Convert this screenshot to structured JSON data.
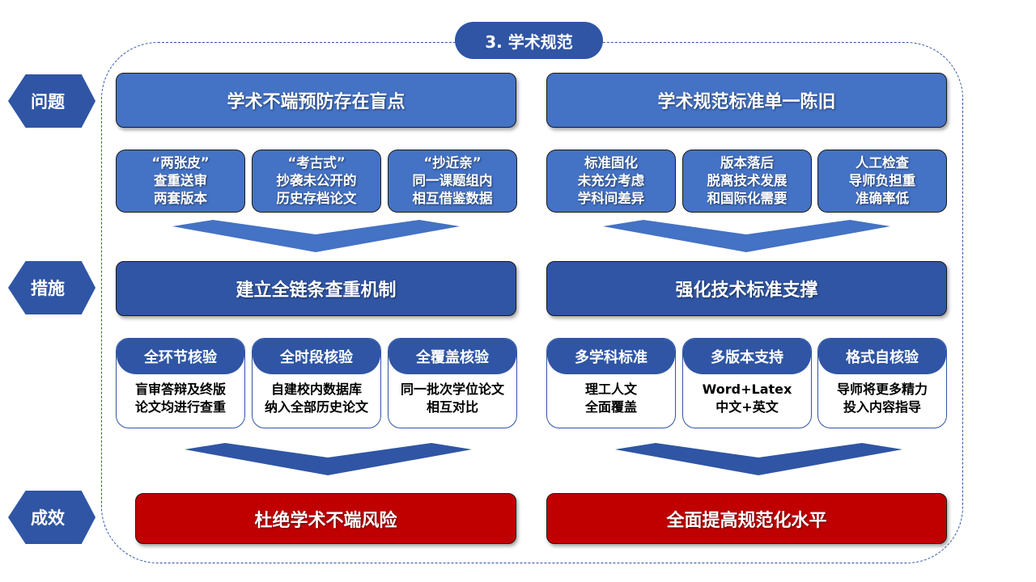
{
  "title": "3. 学术规范",
  "tags": [
    "问题",
    "措施",
    "成效"
  ],
  "left": {
    "problem": "学术不端预防存在盲点",
    "subs": [
      [
        "“两张皮”",
        "查重送审",
        "两套版本"
      ],
      [
        "“考古式”",
        "抄袭未公开的",
        "历史存档论文"
      ],
      [
        "“抄近亲”",
        "同一课题组内",
        "相互借鉴数据"
      ]
    ],
    "measure": "建立全链条查重机制",
    "cards": [
      {
        "h": "全环节核验",
        "b": [
          "盲审答辩及终版",
          "论文均进行查重"
        ]
      },
      {
        "h": "全时段核验",
        "b": [
          "自建校内数据库",
          "纳入全部历史论文"
        ]
      },
      {
        "h": "全覆盖核验",
        "b": [
          "同一批次学位论文",
          "相互对比"
        ]
      }
    ],
    "result": "杜绝学术不端风险"
  },
  "right": {
    "problem": "学术规范标准单一陈旧",
    "subs": [
      [
        "标准固化",
        "未充分考虑",
        "学科间差异"
      ],
      [
        "版本落后",
        "脱离技术发展",
        "和国际化需要"
      ],
      [
        "人工检查",
        "导师负担重",
        "准确率低"
      ]
    ],
    "measure": "强化技术标准支撑",
    "cards": [
      {
        "h": "多学科标准",
        "b": [
          "理工人文",
          "全面覆盖"
        ]
      },
      {
        "h": "多版本支持",
        "b": [
          "Word+Latex",
          "中文+英文"
        ]
      },
      {
        "h": "格式自核验",
        "b": [
          "导师将更多精力",
          "投入内容指导"
        ]
      }
    ],
    "result": "全面提高规范化水平"
  },
  "colors": {
    "light": "#4472C4",
    "dark": "#2F55A4",
    "red": "#C00000"
  }
}
